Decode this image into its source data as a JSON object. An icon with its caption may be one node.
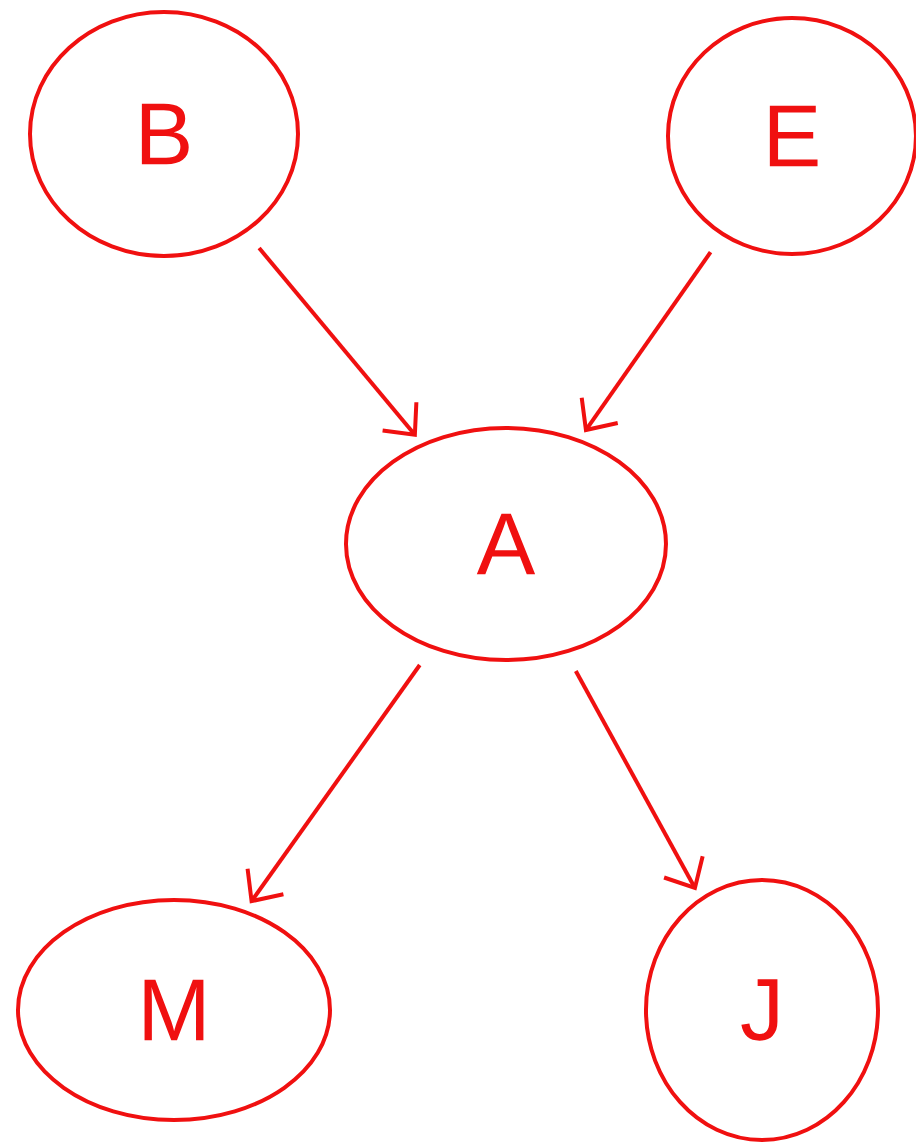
{
  "diagram": {
    "nodes": [
      {
        "text": [
          "B"
        ]
      },
      {
        "text": [
          "E"
        ]
      },
      {
        "text": [
          "A"
        ]
      },
      {
        "text": [
          "M"
        ]
      },
      {
        "text": [
          "J"
        ]
      }
    ],
    "edges": [
      {
        "from": 0,
        "to": 2,
        "arrow": "to"
      },
      {
        "from": 1,
        "to": 2,
        "arrow": "to"
      },
      {
        "from": 2,
        "to": 3,
        "arrow": "to"
      },
      {
        "from": 2,
        "to": 4,
        "arrow": "to"
      }
    ]
  }
}
